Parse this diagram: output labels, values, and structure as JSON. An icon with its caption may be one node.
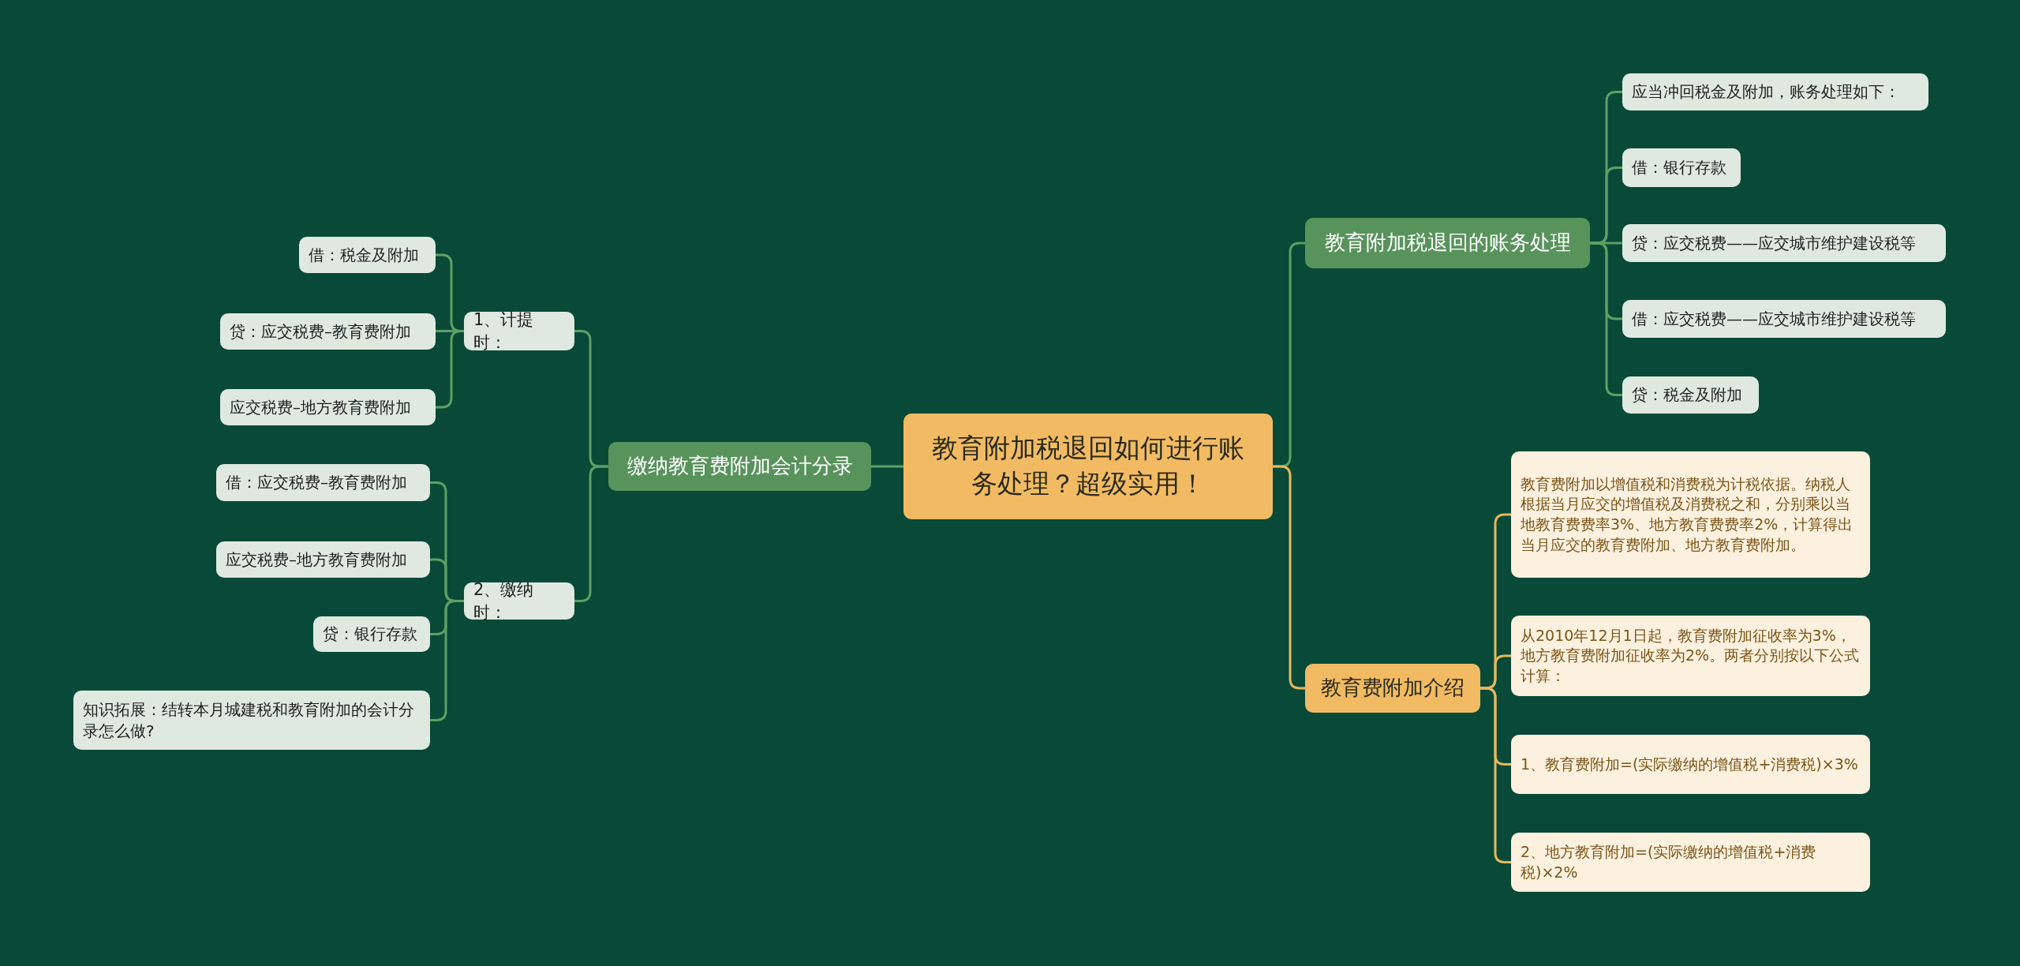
{
  "diagram": {
    "nodes": [
      {
        "text": [
          "教育附加税退回如何进行账务处理？超级实用！"
        ]
      },
      {
        "text": [
          "缴纳教育费附加会计分录"
        ]
      },
      {
        "text": [
          "1、计提时："
        ]
      },
      {
        "text": [
          "借：税金及附加"
        ]
      },
      {
        "text": [
          "贷：应交税费–教育费附加"
        ]
      },
      {
        "text": [
          "应交税费–地方教育费附加"
        ]
      },
      {
        "text": [
          "2、缴纳时："
        ]
      },
      {
        "text": [
          "借：应交税费–教育费附加"
        ]
      },
      {
        "text": [
          "应交税费–地方教育费附加"
        ]
      },
      {
        "text": [
          "贷：银行存款"
        ]
      },
      {
        "text": [
          "知识拓展：结转本月城建税和教育附加的会计分录怎么做?"
        ]
      },
      {
        "text": [
          "教育附加税退回的账务处理"
        ]
      },
      {
        "text": [
          "应当冲回税金及附加，账务处理如下："
        ]
      },
      {
        "text": [
          "借：银行存款"
        ]
      },
      {
        "text": [
          "贷：应交税费——应交城市维护建设税等"
        ]
      },
      {
        "text": [
          "借：应交税费——应交城市维护建设税等"
        ]
      },
      {
        "text": [
          "贷：税金及附加"
        ]
      },
      {
        "text": [
          "教育费附加介绍"
        ]
      },
      {
        "text": [
          "教育费附加以增值税和消费税为计税依据。纳税人根据当月应交的增值税及消费税之和，分别乘以当地教育费费率3%、地方教育费费率2%，计算得出当月应交的教育费附加、地方教育费附加。"
        ]
      },
      {
        "text": [
          "从2010年12月1日起，教育费附加征收率为3%，地方教育费附加征收率为2%。两者分别按以下公式计算："
        ]
      },
      {
        "text": [
          "1、教育费附加=(实际缴纳的增值税+消费税)×3%"
        ]
      },
      {
        "text": [
          "2、地方教育附加=(实际缴纳的增值税+消费税)×2%"
        ]
      }
    ],
    "edges": [
      {
        "from": 0,
        "to": 1,
        "arrow": "none"
      },
      {
        "from": 1,
        "to": 2,
        "arrow": "none"
      },
      {
        "from": 2,
        "to": 3,
        "arrow": "none"
      },
      {
        "from": 2,
        "to": 4,
        "arrow": "none"
      },
      {
        "from": 2,
        "to": 5,
        "arrow": "none"
      },
      {
        "from": 1,
        "to": 6,
        "arrow": "none"
      },
      {
        "from": 6,
        "to": 7,
        "arrow": "none"
      },
      {
        "from": 6,
        "to": 8,
        "arrow": "none"
      },
      {
        "from": 6,
        "to": 9,
        "arrow": "none"
      },
      {
        "from": 6,
        "to": 10,
        "arrow": "none"
      },
      {
        "from": 0,
        "to": 11,
        "arrow": "none"
      },
      {
        "from": 11,
        "to": 12,
        "arrow": "none"
      },
      {
        "from": 11,
        "to": 13,
        "arrow": "none"
      },
      {
        "from": 11,
        "to": 14,
        "arrow": "none"
      },
      {
        "from": 11,
        "to": 15,
        "arrow": "none"
      },
      {
        "from": 11,
        "to": 16,
        "arrow": "none"
      },
      {
        "from": 0,
        "to": 17,
        "arrow": "none",
        "color": "#e8b65e"
      },
      {
        "from": 17,
        "to": 18,
        "arrow": "none",
        "color": "#e8b65e"
      },
      {
        "from": 17,
        "to": 19,
        "arrow": "none",
        "color": "#e8b65e"
      },
      {
        "from": 17,
        "to": 20,
        "arrow": "none",
        "color": "#e8b65e"
      },
      {
        "from": 17,
        "to": 21,
        "arrow": "none",
        "color": "#e8b65e"
      }
    ]
  }
}
